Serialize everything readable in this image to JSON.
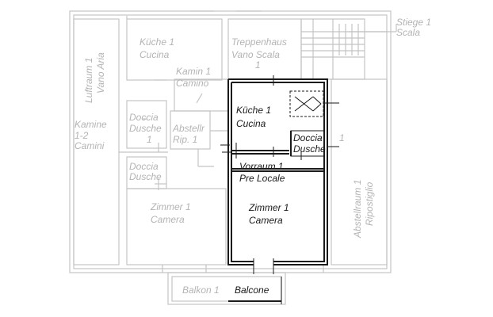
{
  "plan": {
    "line_color_active": "#1a1a1a",
    "line_color_faint": "#c4c4c4",
    "text_color_faint": "#b4b4b4",
    "labels": {
      "stiege": "Stiege 1",
      "scala": "Scala",
      "luftraum": "Luftraum 1",
      "vano_aria": "Vano Aria",
      "kueche_top": "Küche 1",
      "cucina_top": "Cucina",
      "treppenhaus": "Treppenhaus",
      "vano_scala": "Vano Scala",
      "treppenhaus_num": "1",
      "kamin": "Kamin 1",
      "camino": "Camino",
      "kamine": "Kamine",
      "kamine_num": "1-2",
      "camini": "Camini",
      "doccia_1": "Doccia",
      "dusche_1": "Dusche",
      "dusche_1_num": "1",
      "abstellr": "Abstellr",
      "rip": "Rip. 1",
      "doccia_2": "Doccia",
      "dusche_2": "Dusche",
      "zimmer_left": "Zimmer 1",
      "camera_left": "Camera",
      "balkon": "Balkon 1",
      "balcone": "Balcone",
      "kueche_main": "Küche 1",
      "cucina_main": "Cucina",
      "doccia_main": "Doccia",
      "dusche_main": "Dusche",
      "dusche_main_num": "1",
      "vorraum": "Vorraum 1",
      "pre_locale": "Pre Locale",
      "zimmer_main": "Zimmer 1",
      "camera_main": "Camera",
      "abstellraum": "Abstellraum 1",
      "ripostiglio": "Ripostiglio"
    }
  }
}
